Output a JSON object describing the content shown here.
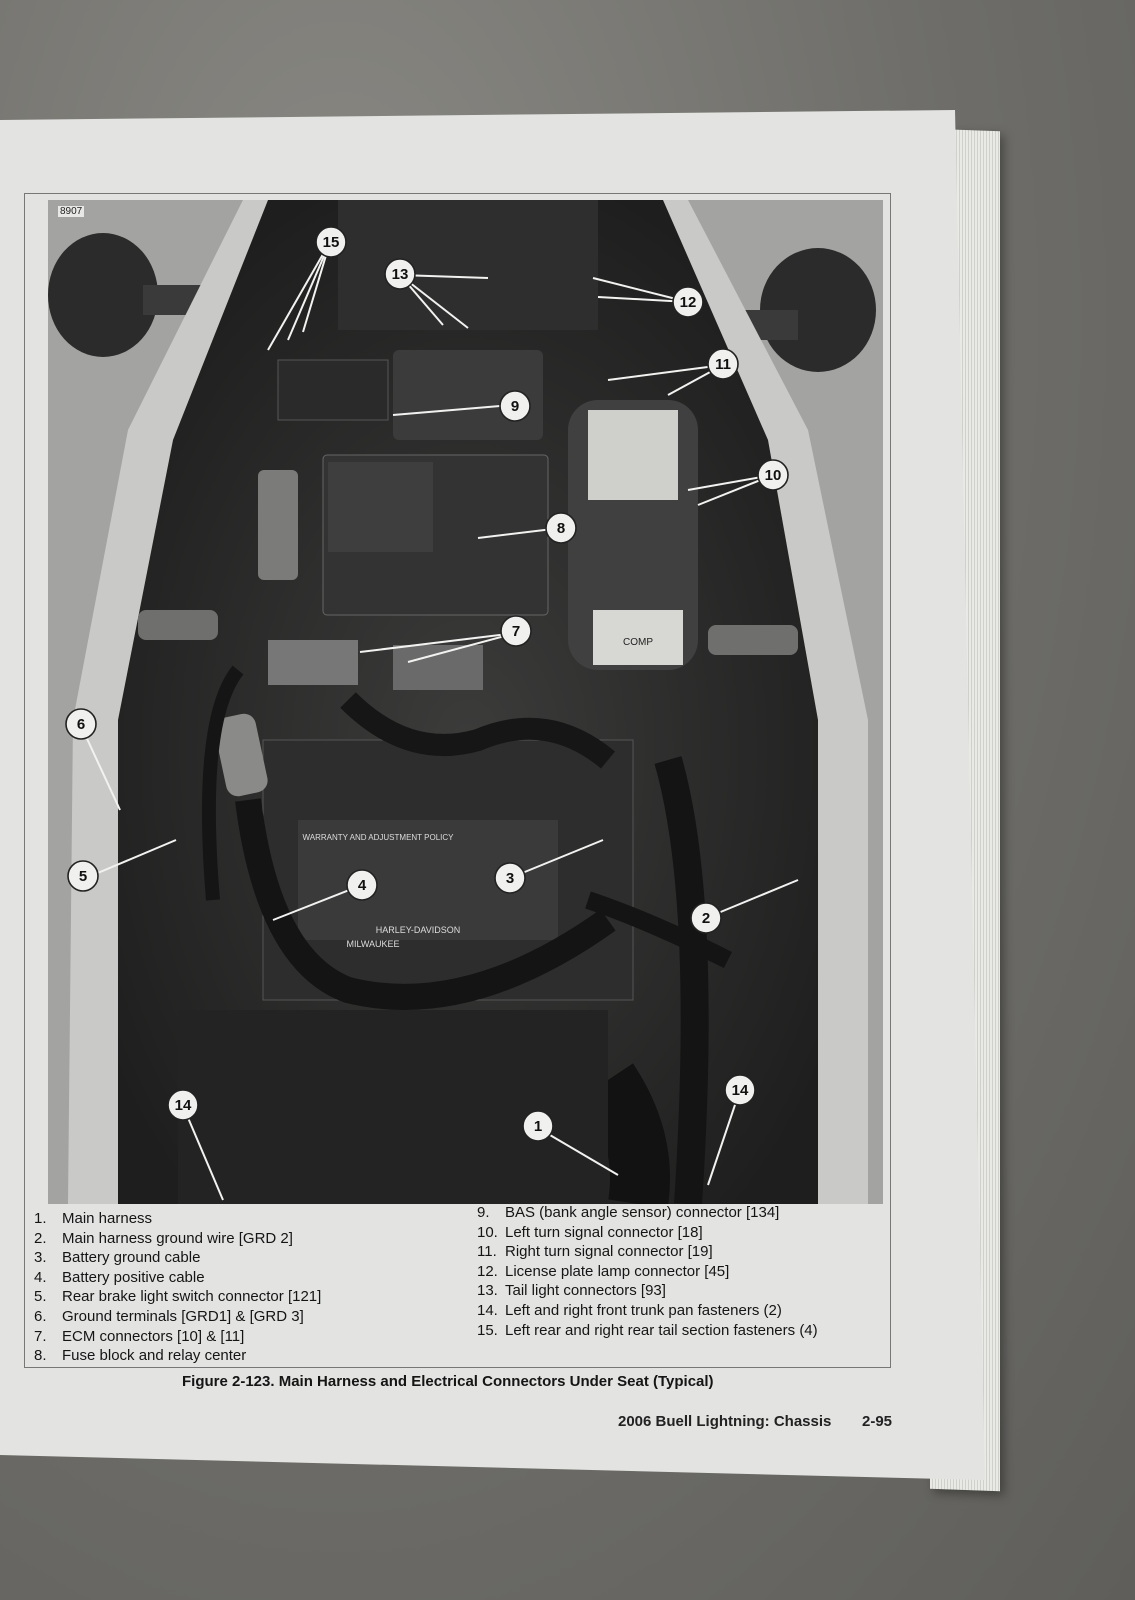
{
  "figure_id": "8907",
  "legend_left": [
    {
      "num": "1.",
      "text": "Main harness"
    },
    {
      "num": "2.",
      "text": "Main harness ground wire [GRD 2]"
    },
    {
      "num": "3.",
      "text": "Battery ground cable"
    },
    {
      "num": "4.",
      "text": "Battery positive cable"
    },
    {
      "num": "5.",
      "text": "Rear brake light switch connector [121]"
    },
    {
      "num": "6.",
      "text": "Ground terminals [GRD1] & [GRD 3]"
    },
    {
      "num": "7.",
      "text": "ECM connectors [10] & [11]"
    },
    {
      "num": "8.",
      "text": "Fuse block and relay center"
    }
  ],
  "legend_right": [
    {
      "num": "9.",
      "text": "BAS (bank angle sensor) connector [134]"
    },
    {
      "num": "10.",
      "text": "Left turn signal connector [18]"
    },
    {
      "num": "11.",
      "text": "Right turn signal connector [19]"
    },
    {
      "num": "12.",
      "text": "License plate lamp connector [45]"
    },
    {
      "num": "13.",
      "text": "Tail light connectors [93]"
    },
    {
      "num": "14.",
      "text": "Left and right front trunk pan fasteners (2)"
    },
    {
      "num": "15.",
      "text": "Left rear and right rear tail section fasteners (4)"
    }
  ],
  "caption": "Figure 2-123. Main Harness and Electrical Connectors Under Seat (Typical)",
  "footer": {
    "title": "2006 Buell Lightning: Chassis",
    "page": "2-95"
  },
  "photo_labels": {
    "battery_policy": "WARRANTY AND ADJUSTMENT POLICY",
    "battery_brand": "HARLEY-DAVIDSON",
    "battery_city": "MILWAUKEE",
    "comp": "COMP"
  },
  "callout_numbers": [
    "1",
    "2",
    "3",
    "4",
    "5",
    "6",
    "7",
    "8",
    "9",
    "10",
    "11",
    "12",
    "13",
    "14",
    "14",
    "15"
  ],
  "colors": {
    "page": "#e3e4e2",
    "table": "#6f6e6a",
    "callout_fill": "#f0f0ee"
  }
}
